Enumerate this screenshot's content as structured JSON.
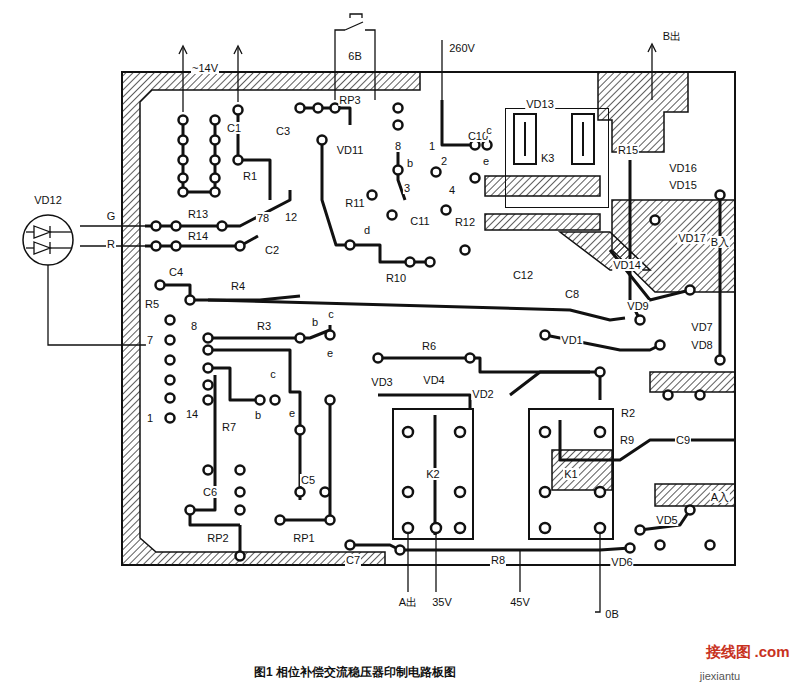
{
  "diagram": {
    "caption": "图1 相位补偿交流稳压器印制电路板图",
    "nodes": [
      {
        "text": [
          "VD12"
        ]
      },
      {
        "text": [
          "K3"
        ]
      },
      {
        "text": [
          "K2"
        ]
      },
      {
        "text": [
          "K1"
        ]
      }
    ],
    "labels": [
      "~14V",
      "6B",
      "260V",
      "B出",
      "C1",
      "C3",
      "RP3",
      "VD11",
      "C10",
      "VD13",
      "c",
      "R15",
      "VD16",
      "VD15",
      "R1",
      "8",
      "1",
      "b",
      "2",
      "e",
      "3",
      "4",
      "R11",
      "d",
      "C11",
      "R12",
      "VD17",
      "B入",
      "G",
      "R",
      "R13",
      "R14",
      "78",
      "12",
      "C2",
      "R10",
      "C12",
      "C8",
      "VD14",
      "VD9",
      "VD7",
      "VD8",
      "VD1",
      "C4",
      "R4",
      "R5",
      "8",
      "R3",
      "b",
      "c",
      "7",
      "e",
      "c",
      "VD3",
      "VD4",
      "R6",
      "VD2",
      "R2",
      "R9",
      "C9",
      "A入",
      "VD5",
      "VD6",
      "1",
      "14",
      "R7",
      "b",
      "e",
      "C6",
      "C5",
      "RP2",
      "RP1",
      "C7",
      "R8",
      "A出",
      "35V",
      "45V",
      "0B",
      "接线图",
      ".com",
      "jiexiantu"
    ]
  }
}
